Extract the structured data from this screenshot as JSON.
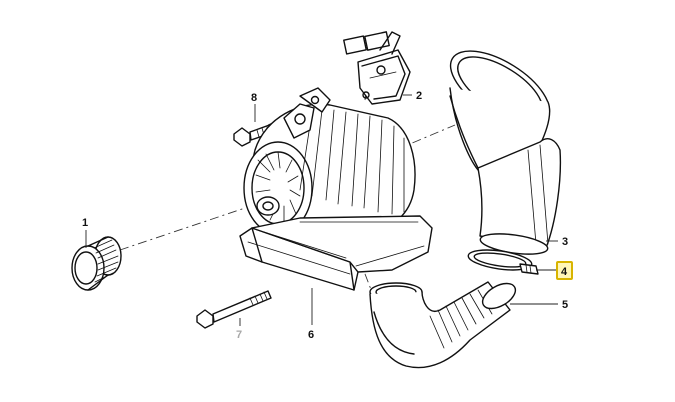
{
  "callouts": [
    {
      "label": "1",
      "color": "#111111"
    },
    {
      "label": "2",
      "color": "#111111"
    },
    {
      "label": "3",
      "color": "#111111"
    },
    {
      "label": "4",
      "color": "#111111",
      "highlight": "#d8b400"
    },
    {
      "label": "5",
      "color": "#111111"
    },
    {
      "label": "6",
      "color": "#111111"
    },
    {
      "label": "7",
      "color": "#a8a8a8"
    },
    {
      "label": "8",
      "color": "#111111"
    }
  ]
}
